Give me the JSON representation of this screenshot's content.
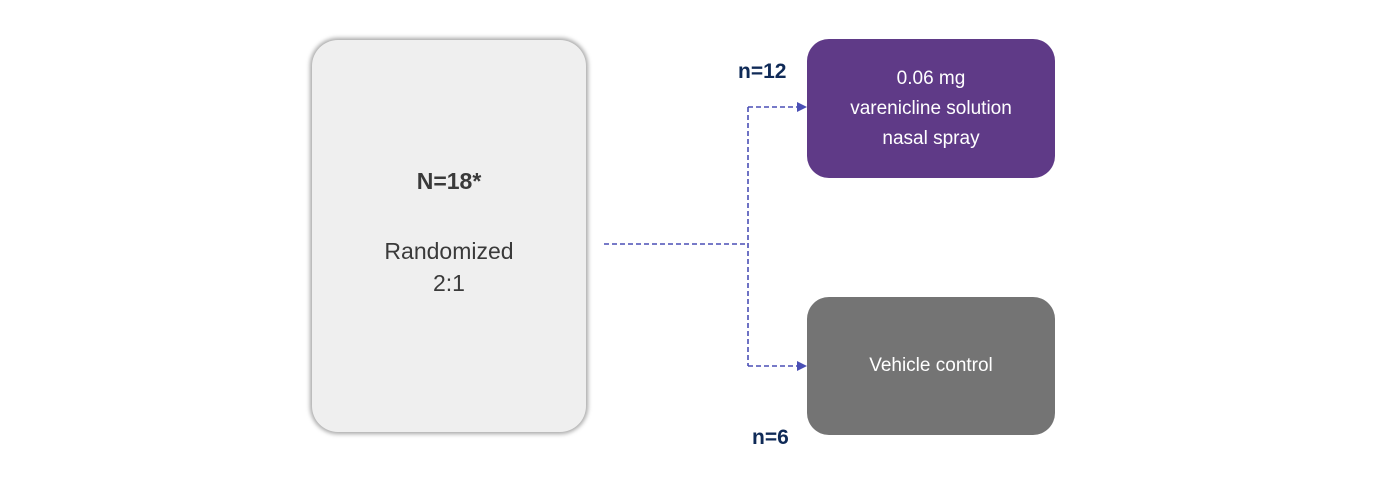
{
  "randomization": {
    "total": "N=18*",
    "label_line1": "Randomized",
    "label_line2": "2:1"
  },
  "arms": [
    {
      "n": "n=12",
      "lines": [
        "0.06 mg",
        "varenicline solution",
        "nasal spray"
      ],
      "color": "#5f3a87"
    },
    {
      "n": "n=6",
      "lines": [
        "Vehicle control"
      ],
      "color": "#747474"
    }
  ],
  "connector_color": "#4a4fb5"
}
